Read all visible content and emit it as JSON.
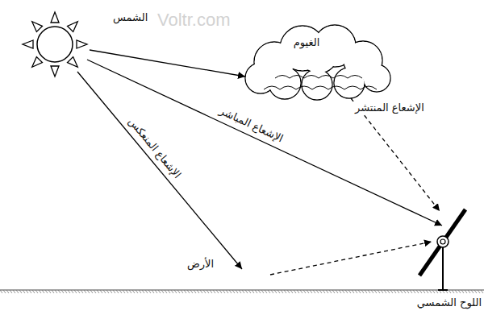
{
  "diagram": {
    "nodes": [
      {
        "text": [
          "الشمس"
        ]
      },
      {
        "text": [
          "الغيوم"
        ]
      },
      {
        "text": [
          "الأرض"
        ]
      },
      {
        "text": [
          "اللوح الشمسي"
        ]
      }
    ],
    "edges": [
      {
        "from": 0,
        "to": 1,
        "arrow": "to"
      },
      {
        "from": 0,
        "to": 3,
        "label": "الإشعاع المباشر",
        "arrow": "to"
      },
      {
        "from": 0,
        "to": 2,
        "label": "الإشعاع المنعكس",
        "arrow": "to"
      },
      {
        "from": 1,
        "to": 3,
        "label": "الإشعاع المنتشر",
        "arrow": "to"
      },
      {
        "from": 2,
        "to": 3,
        "arrow": "to"
      }
    ],
    "labels": [
      "Voltr.com"
    ]
  }
}
